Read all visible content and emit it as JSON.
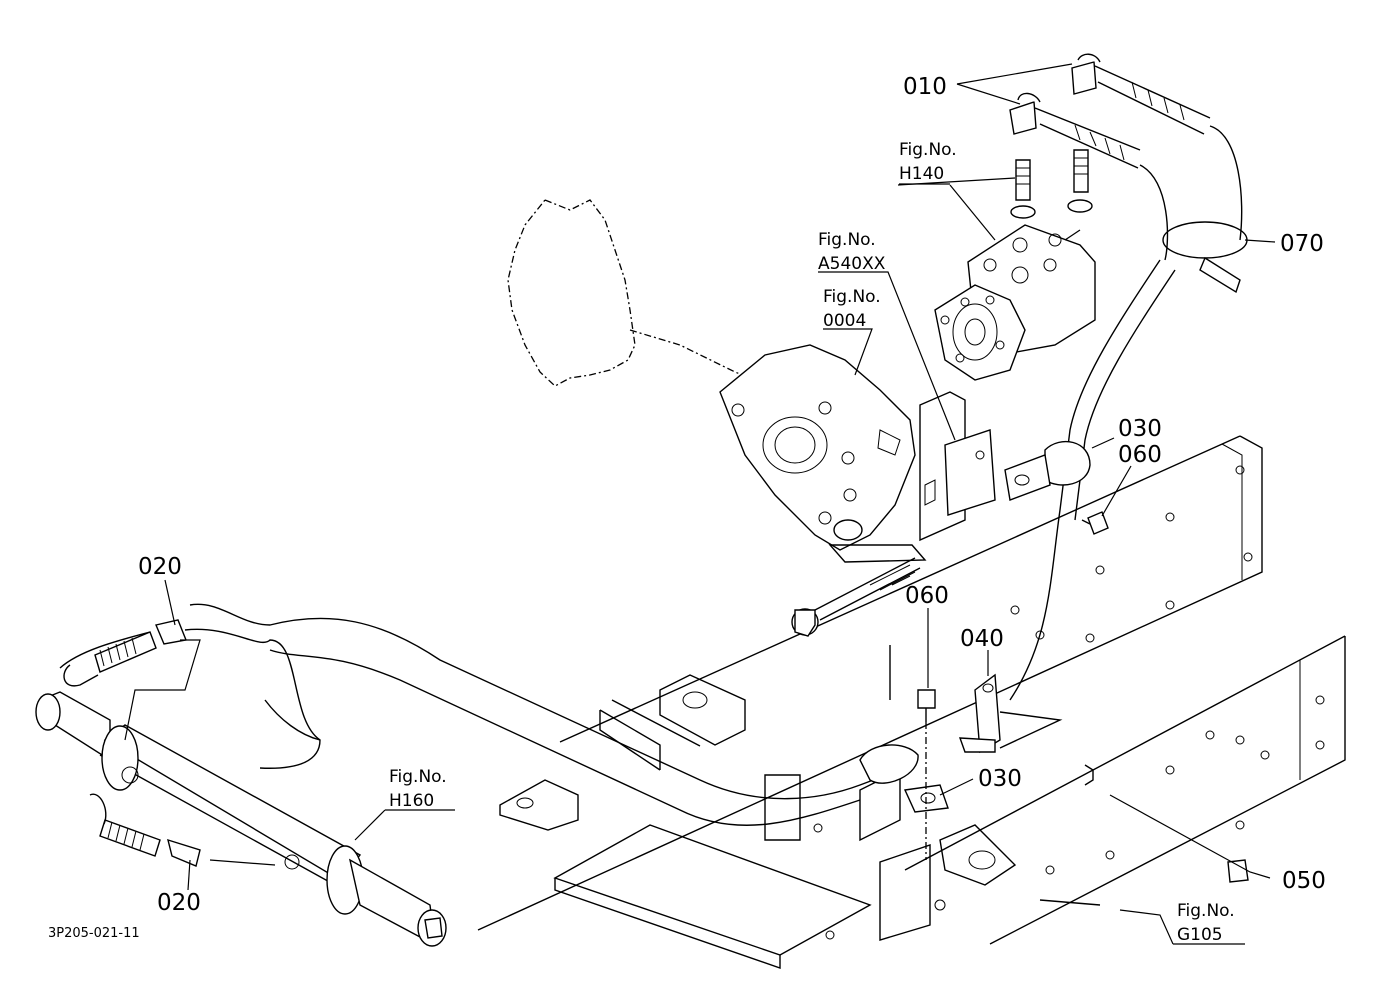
{
  "callouts": {
    "p010": "010",
    "p020_top": "020",
    "p020_bottom": "020",
    "p030_upper": "030",
    "p030_lower": "030",
    "p040": "040",
    "p050": "050",
    "p060_upper": "060",
    "p060_lower": "060",
    "p070": "070"
  },
  "fig_refs": {
    "h140": {
      "label": "Fig.No.",
      "number": "H140"
    },
    "a540xx": {
      "label": "Fig.No.",
      "number": "A540XX"
    },
    "f0004": {
      "label": "Fig.No.",
      "number": "0004"
    },
    "h160": {
      "label": "Fig.No.",
      "number": "H160"
    },
    "g105": {
      "label": "Fig.No.",
      "number": "G105"
    }
  },
  "drawing_code": "3P205-021-11"
}
